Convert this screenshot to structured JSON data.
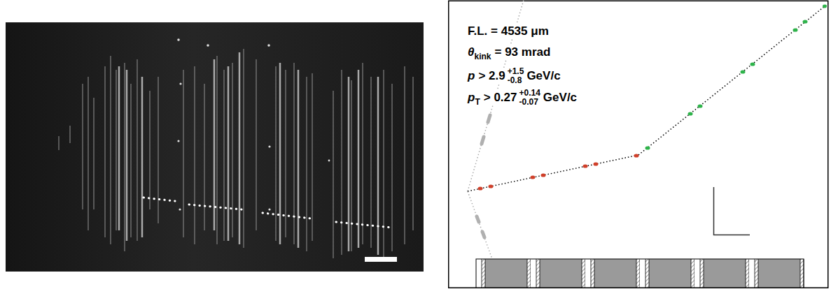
{
  "diagram": {
    "labels": [
      "F.L. = 4535 μm",
      "θ",
      "kink",
      "= 93 mrad",
      "p",
      "> 2.9",
      "+1.5",
      "-0.8",
      "GeV/c",
      "p",
      "T",
      "> 0.27",
      "+0.14",
      "-0.07",
      "GeV/c"
    ]
  }
}
